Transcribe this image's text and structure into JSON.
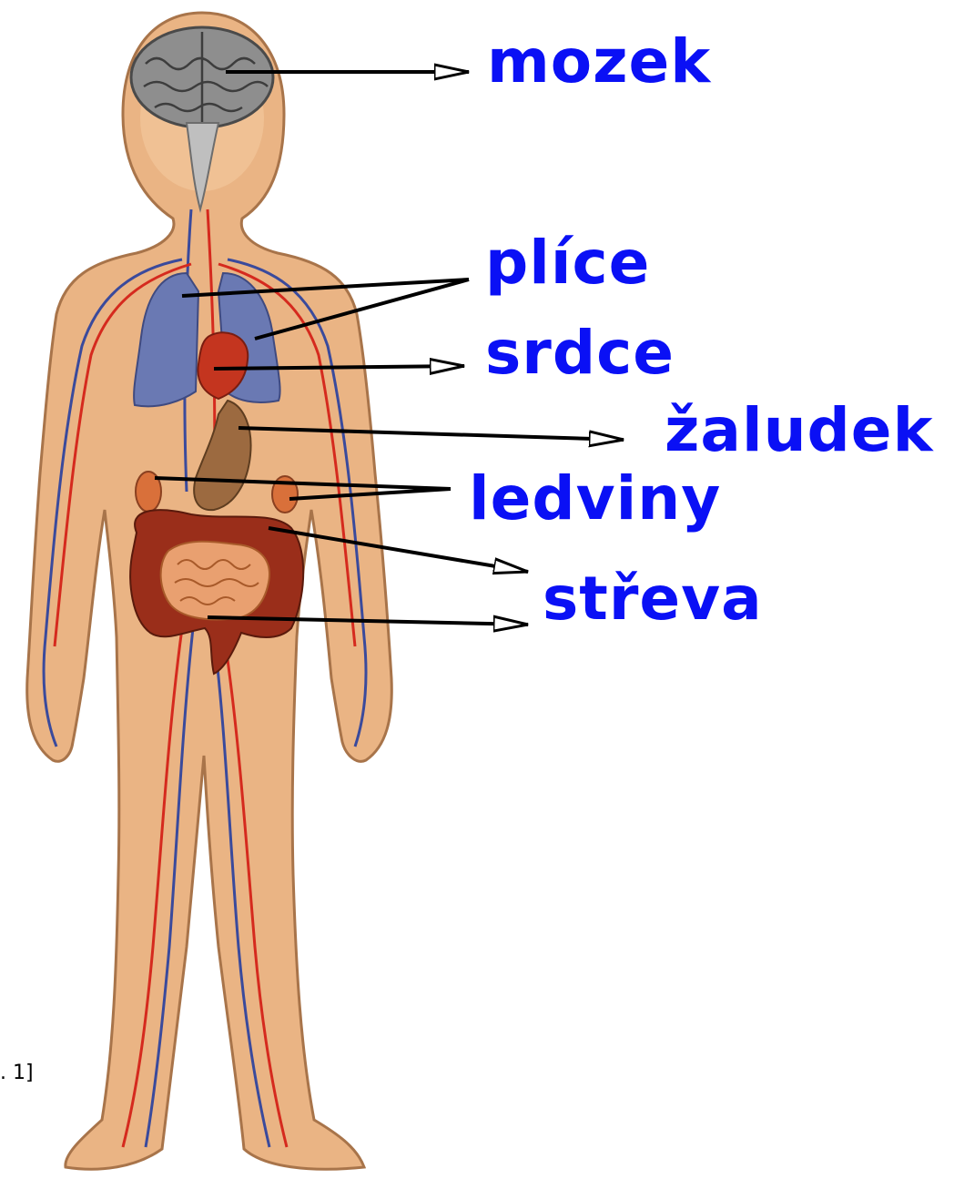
{
  "labels": {
    "brain": "mozek",
    "lungs": "plíce",
    "heart": "srdce",
    "stomach": "žaludek",
    "kidneys": "ledviny",
    "intestines": "střeva"
  },
  "figure_ref": ". 1]",
  "colors": {
    "label_text": "#0a10f5",
    "skin": "#eab484",
    "skin_outline": "#a8744a",
    "brain": "#8e8e8e",
    "lungs": "#6a79b3",
    "heart": "#c4351f",
    "stomach": "#9c6a40",
    "kidneys": "#d9703a",
    "large_intestine": "#9a2e1a",
    "small_intestine": "#e9a070",
    "arteries": "#d52a1e",
    "veins": "#3a4a9c",
    "arrow": "#000000"
  }
}
